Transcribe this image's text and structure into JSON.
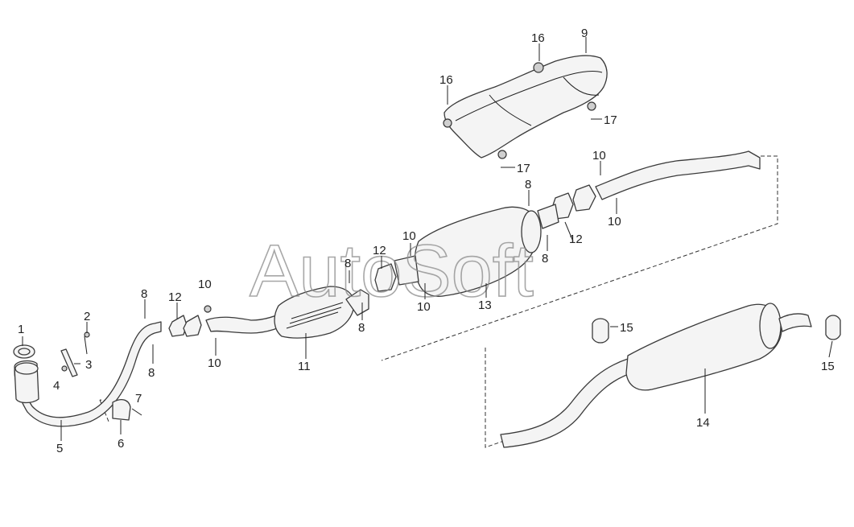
{
  "watermark": "AutoSoft",
  "callouts": [
    {
      "id": "c1",
      "text": "1"
    },
    {
      "id": "c2",
      "text": "2"
    },
    {
      "id": "c3",
      "text": "3"
    },
    {
      "id": "c4",
      "text": "4"
    },
    {
      "id": "c5",
      "text": "5"
    },
    {
      "id": "c6",
      "text": "6"
    },
    {
      "id": "c7",
      "text": "7"
    },
    {
      "id": "c8a",
      "text": "8"
    },
    {
      "id": "c8b",
      "text": "8"
    },
    {
      "id": "c8c",
      "text": "8"
    },
    {
      "id": "c8d",
      "text": "8"
    },
    {
      "id": "c8e",
      "text": "8"
    },
    {
      "id": "c8f",
      "text": "8"
    },
    {
      "id": "c9",
      "text": "9"
    },
    {
      "id": "c10a",
      "text": "10"
    },
    {
      "id": "c10b",
      "text": "10"
    },
    {
      "id": "c10c",
      "text": "10"
    },
    {
      "id": "c10d",
      "text": "10"
    },
    {
      "id": "c10e",
      "text": "10"
    },
    {
      "id": "c10f",
      "text": "10"
    },
    {
      "id": "c11",
      "text": "11"
    },
    {
      "id": "c12a",
      "text": "12"
    },
    {
      "id": "c12b",
      "text": "12"
    },
    {
      "id": "c12c",
      "text": "12"
    },
    {
      "id": "c13",
      "text": "13"
    },
    {
      "id": "c14",
      "text": "14"
    },
    {
      "id": "c15a",
      "text": "15"
    },
    {
      "id": "c15b",
      "text": "15"
    },
    {
      "id": "c16a",
      "text": "16"
    },
    {
      "id": "c16b",
      "text": "16"
    },
    {
      "id": "c17a",
      "text": "17"
    },
    {
      "id": "c17b",
      "text": "17"
    }
  ]
}
